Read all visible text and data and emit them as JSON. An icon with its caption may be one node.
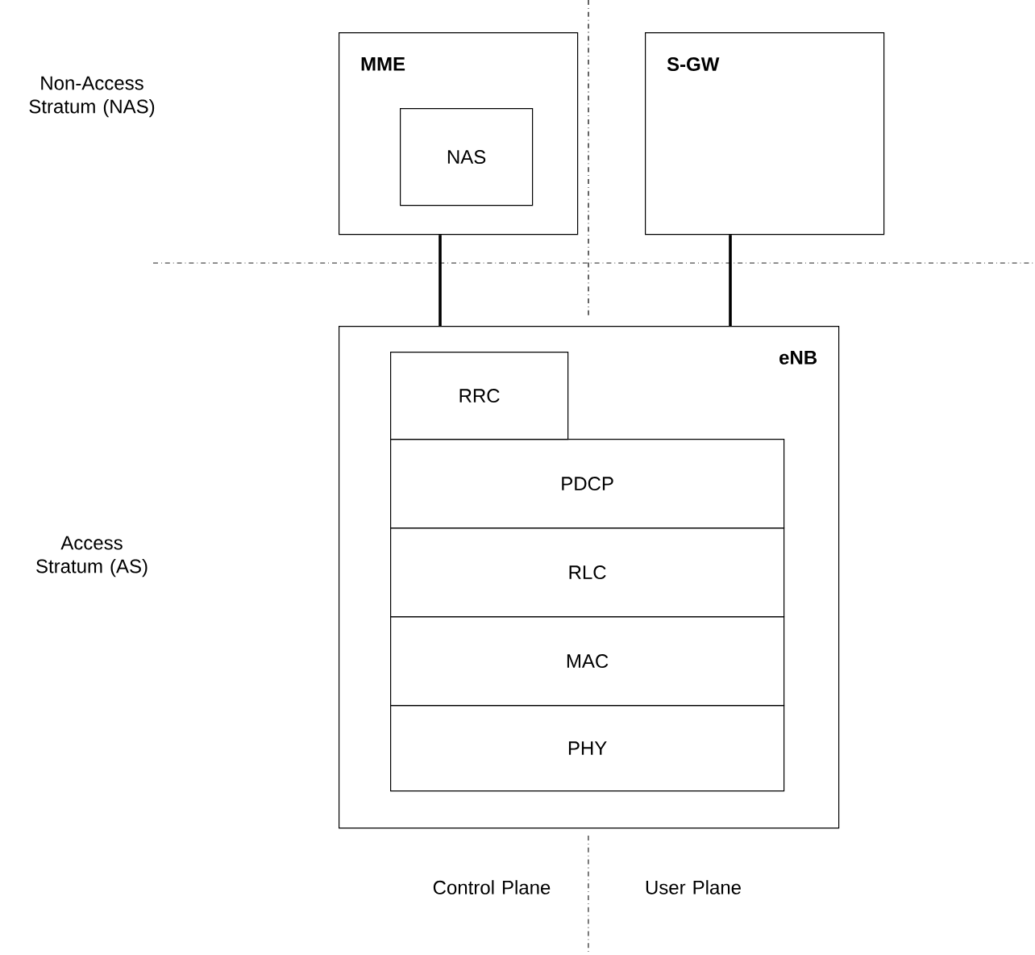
{
  "diagram": {
    "nodes": [
      {
        "text": [
          "MME"
        ]
      },
      {
        "text": [
          "NAS"
        ],
        "in": 0
      },
      {
        "text": [
          "S-GW"
        ]
      },
      {
        "text": [
          "eNB"
        ]
      },
      {
        "text": [
          "RRC"
        ],
        "in": 3
      },
      {
        "text": [
          "PDCP"
        ],
        "in": 3
      },
      {
        "text": [
          "RLC"
        ],
        "in": 3
      },
      {
        "text": [
          "MAC"
        ],
        "in": 3
      },
      {
        "text": [
          "PHY"
        ],
        "in": 3
      }
    ],
    "edges": [
      {
        "from": 0,
        "to": 3,
        "arrow": "none"
      },
      {
        "from": 2,
        "to": 3,
        "arrow": "none"
      }
    ],
    "labels": [
      "Non-Access Stratum (NAS)",
      "Access Stratum (AS)",
      "Control Plane",
      "User Plane"
    ]
  }
}
